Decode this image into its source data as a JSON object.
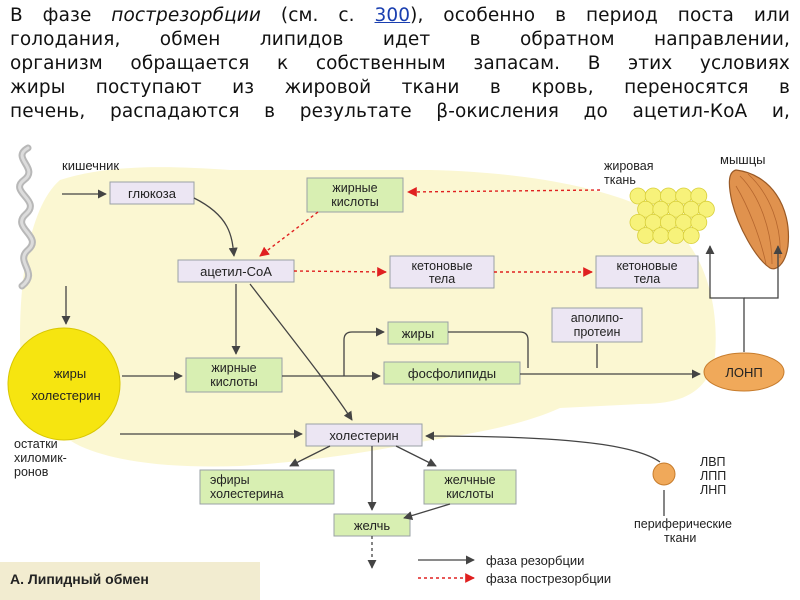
{
  "paragraph": {
    "line1_a": "В фазе ",
    "line1_italic": "пострезорбции",
    "line1_b": " (см. с. ",
    "line1_link": "300",
    "line1_c": "), особенно в период поста или",
    "line2": "голодания, обмен липидов идет в обратном направлении,",
    "line3": "организм обращается к собственным запасам. В этих условиях",
    "line4": "жиры поступают из жировой ткани в кровь, переносятся в",
    "line5": "печень, распадаются в результате β-окисления до ацетил-КоА и,"
  },
  "nodes": {
    "intestine": "кишечник",
    "glucose": "глюкоза",
    "fatty_acids_top_1": "жирные",
    "fatty_acids_top_2": "кислоты",
    "adipose_1": "жировая",
    "adipose_2": "ткань",
    "muscles": "мышцы",
    "acetyl_coa": "ацетил-CoA",
    "ketone_mid_1": "кетоновые",
    "ketone_mid_2": "тела",
    "ketone_right_1": "кетоновые",
    "ketone_right_2": "тела",
    "fats_mid": "жиры",
    "apoprotein_1": "аполипо-",
    "apoprotein_2": "протеин",
    "chylo_fats": "жиры",
    "chylo_chol": "холестерин",
    "fatty_acids_mid_1": "жирные",
    "fatty_acids_mid_2": "кислоты",
    "phospholipids": "фосфолипиды",
    "vldl": "ЛОНП",
    "remnants_1": "остатки",
    "remnants_2": "хиломик-",
    "remnants_3": "ронов",
    "cholesterol": "холестерин",
    "esters_1": "эфиры",
    "esters_2": "холестерина",
    "bile_acids_1": "желчные",
    "bile_acids_2": "кислоты",
    "bile": "желчь",
    "lp_1": "ЛВП",
    "lp_2": "ЛПП",
    "lp_3": "ЛНП",
    "peripheral_1": "периферические",
    "peripheral_2": "ткани"
  },
  "legend": {
    "resorption": "фаза резорбции",
    "postresorption": "фаза пострезорбции"
  },
  "caption": "А. Липидный обмен",
  "colors": {
    "liver_bg": "#fbf7d2",
    "node_green": "#d8efb2",
    "node_lilac": "#ece6f3",
    "node_border": "#9aa0a6",
    "chylomicron": "#f6e510",
    "vldl": "#f0a95a",
    "adipose": "#f7f27a",
    "muscle": "#e0924e",
    "arrow_black": "#444444",
    "arrow_red": "#e02020",
    "caption_bg": "#f2ecd0"
  }
}
